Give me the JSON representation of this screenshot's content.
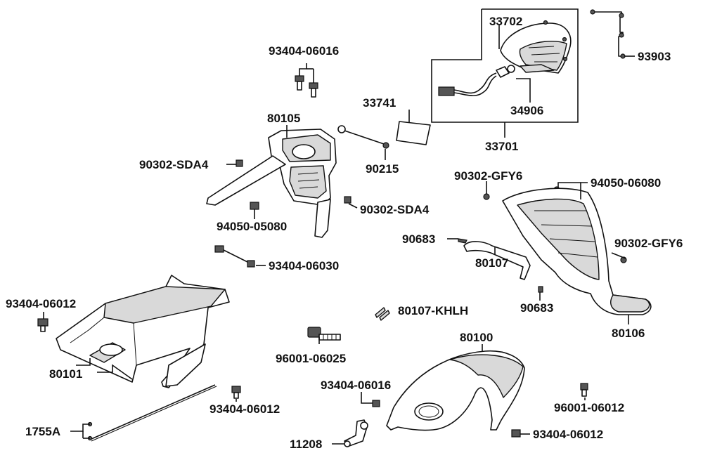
{
  "labels": {
    "p33702": "33702",
    "p93903": "93903",
    "p34906": "34906",
    "p33701": "33701",
    "p93404_06016_top": "93404-06016",
    "p33741": "33741",
    "p80105": "80105",
    "p90302_sda4_left": "90302-SDA4",
    "p90215": "90215",
    "p90302_sda4_right": "90302-SDA4",
    "p94050_05080": "94050-05080",
    "p93404_06030": "93404-06030",
    "p90302_gfy6_top": "90302-GFY6",
    "p94050_06080": "94050-06080",
    "p90683_left": "90683",
    "p80107": "80107",
    "p90302_gfy6_right": "90302-GFY6",
    "p90683_bottom": "90683",
    "p80106": "80106",
    "p93404_06012_left": "93404-06012",
    "p80101": "80101",
    "p80107_khlh": "80107-KHLH",
    "p80100": "80100",
    "p96001_06025": "96001-06025",
    "p93404_06016_bottom": "93404-06016",
    "p93404_06012_mid": "93404-06012",
    "p96001_06012": "96001-06012",
    "p93404_06012_right": "93404-06012",
    "p1755a": "1755A",
    "p11208": "11208"
  }
}
